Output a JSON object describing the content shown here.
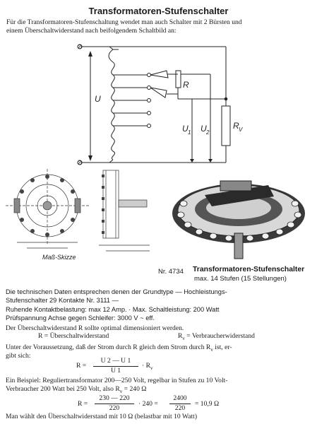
{
  "title": "Transformatoren-Stufenschalter",
  "intro": [
    "Für die Transformatoren-Stufenschaltung wendet man auch Schalter mit 2 Bürsten und",
    "einem Überschaltwiderstand nach beifolgendem Schaltbild an:"
  ],
  "schematic": {
    "u": "U",
    "r": "R",
    "u1": "U",
    "u1_sub": "1",
    "u2": "U",
    "u2_sub": "2",
    "rv": "R",
    "rv_sub": "V"
  },
  "sketch_caption": "Maß-Skizze",
  "photo": {
    "number": "Nr. 4734",
    "name": "Transformatoren-Stufenschalter",
    "sub": "max. 14 Stufen (15 Stellungen)"
  },
  "tech": [
    "Die technischen Daten entsprechen denen der Grundtype — Hochleistungs-",
    "Stufenschalter 29 Kontakte Nr. 3111 —",
    "Ruhende Kontaktbelastung: max 12 Amp. · Max. Schaltleistung: 200 Watt",
    "Prüfspannung Achse gegen Schleifer: 3000 V ~ eff."
  ],
  "body": {
    "p1": "Der Überschaltwiderstand R sollte optimal dimensioniert werden.",
    "def_r": "R = Überschaltwiderstand",
    "def_rv": "R",
    "def_rv_sub": "v",
    "def_rv_rest": " = Verbraucherwiderstand",
    "p2a": "Unter der Voraussetzung, daß der Strom durch R gleich dem Strom durch R",
    "p2a_sub": "v",
    "p2a_end": " ist, er-",
    "p2b": "gibt sich:",
    "f1_lhs": "R =",
    "f1_num": "U 2 — U 1",
    "f1_den": "U 1",
    "f1_rhs": "· R",
    "f1_rhs_sub": "v",
    "ex1": "Ein Beispiel: Reguliertransformator 200—250 Volt, regelbar in Stufen zu 10 Volt-",
    "ex2": "Verbraucher 200 Watt bei 250 Volt, also R",
    "ex2_sub": "v",
    "ex2_end": " = 240 Ω",
    "f2_lhs": "R =",
    "f2_num1": "230 — 220",
    "f2_den1": "220",
    "f2_mid": "· 240 =",
    "f2_num2": "2400",
    "f2_den2": "220",
    "f2_end": "= 10,9 Ω",
    "last": "Man wählt den Überschaltwiderstand mit 10 Ω (belastbar mit 10 Watt)"
  }
}
